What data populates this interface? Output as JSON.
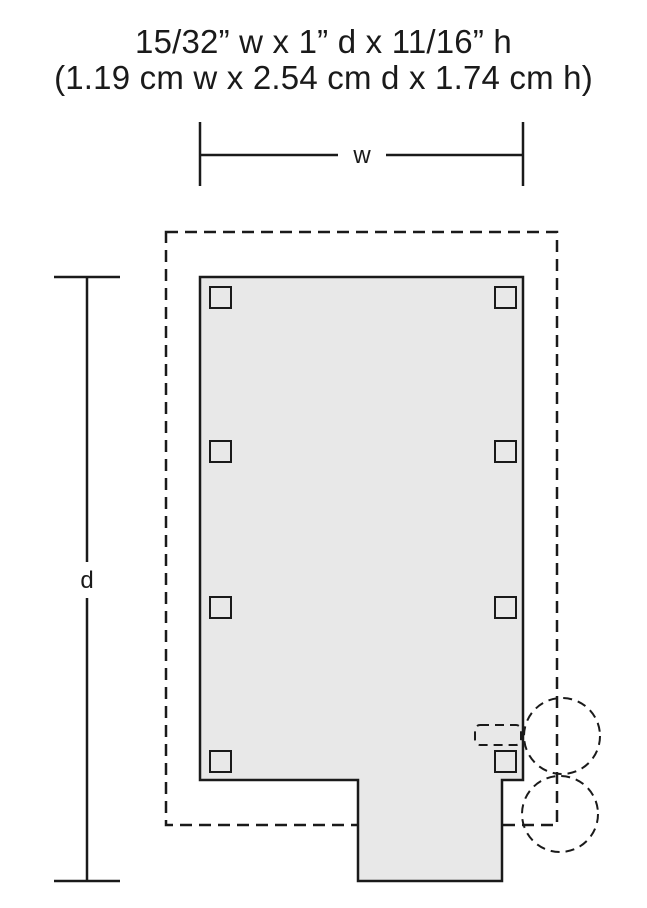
{
  "title": {
    "imperial": "15/32” w x 1” d x 11/16” h",
    "metric": "(1.19 cm w x 2.54 cm d x 1.74 cm h)"
  },
  "labels": {
    "width": "w",
    "depth": "d"
  },
  "colors": {
    "ink": "#1a1a1a",
    "body_fill": "#e8e8e8",
    "background": "#ffffff"
  }
}
